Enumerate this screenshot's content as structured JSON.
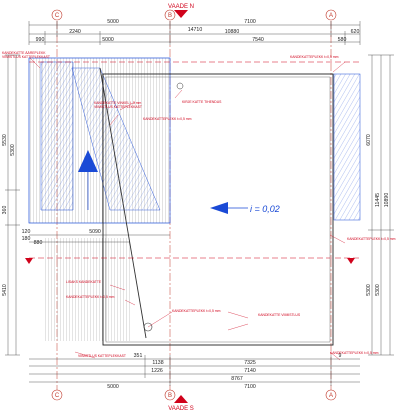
{
  "axes": {
    "c": "C",
    "b": "B",
    "a": "A"
  },
  "views": {
    "north": "VAADE N",
    "south": "VAADE S"
  },
  "slope": "i = 0,02",
  "top_dims": {
    "overall": "14710",
    "span_cb": "5000",
    "span_ba": "7100",
    "d990": "990",
    "d2240": "2240",
    "d10880": "10880",
    "d5000": "5000",
    "d7540": "7540",
    "d580": "580",
    "d620": "620"
  },
  "mid_dims": {
    "d5090": "5090",
    "d880": "880",
    "d120": "120",
    "d180": "180"
  },
  "bottom_dims": {
    "d1138": "1138",
    "d1226": "1226",
    "d7325": "7325",
    "d7140": "7140",
    "d8767": "8767",
    "d5000": "5000",
    "d7100": "7100",
    "d351": "351",
    "d9": "9"
  },
  "left_dims": {
    "d5530": "5530",
    "d360": "360",
    "d5410": "5410",
    "d5300": "5300"
  },
  "right_dims": {
    "d6070": "6070",
    "d11445": "11445",
    "d10890": "10890",
    "d5300": "5300",
    "d5300b": "5300"
  },
  "notes": {
    "n1": "KANDEKATTE ÄÄREPLEKK",
    "n2": "VIIMISTLUS KATTEPLEKKAST",
    "n3": "KANDEKATTE VINKEL L 3 mm",
    "n4": "VIIMISTLUS KATTEPLEKKAST",
    "n5": "KIRJE KATTE TIHENDUS",
    "n6": "KANDEKATTEPLEKK t=0,5 mm",
    "n7": "KANDEKATTEPLEKK t=0,5 mm",
    "n8": "KANDEKATTEPLEKK t=0,5 mm",
    "n9": "LISAKS KANDEKATTE",
    "n10": "KANDEKATTEPLEKK t=0,5 mm",
    "n11": "KANDEKATTEPLEKK t=0,5 mm",
    "n12": "KANDEKATTE VIIMISTLUS",
    "n13": "VIIMISTLUS KATTEPLEKKAST",
    "n14": "KANDEKATTEPLEKK t=0,5 mm"
  }
}
